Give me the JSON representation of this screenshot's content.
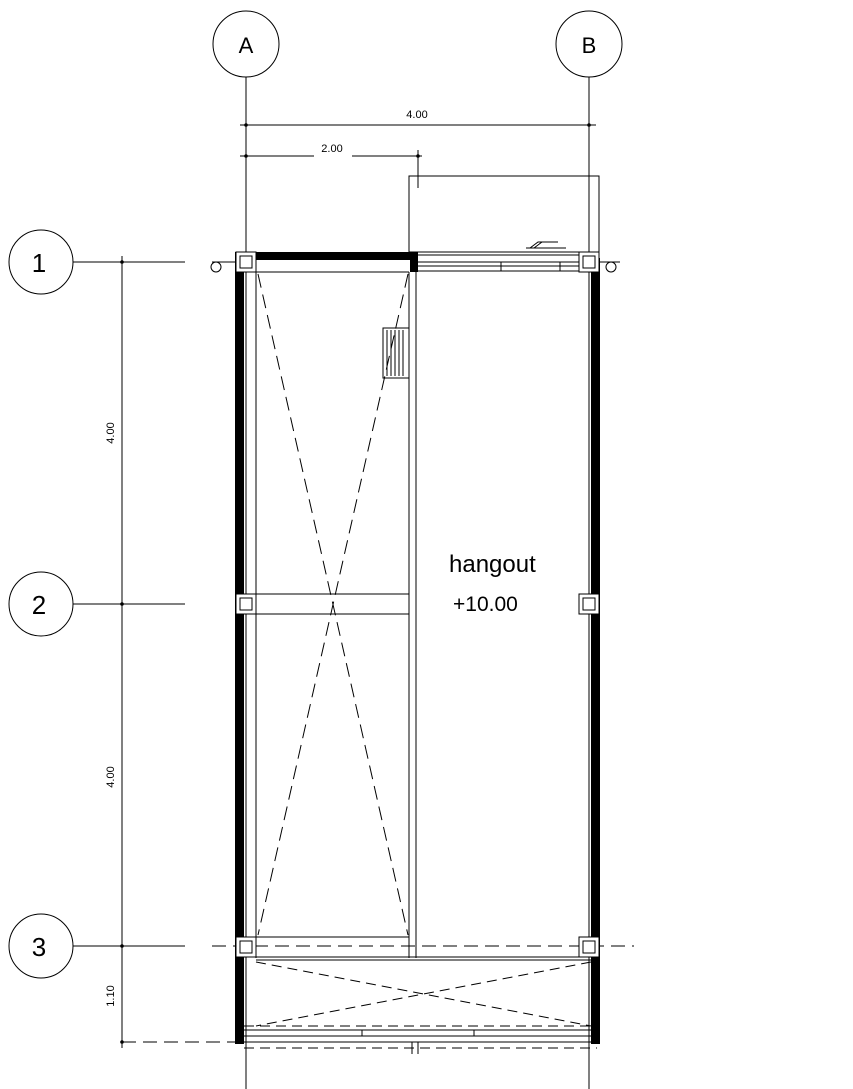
{
  "grid": {
    "columns": [
      "A",
      "B"
    ],
    "rows": [
      "1",
      "2",
      "3"
    ]
  },
  "dimensions": {
    "top_overall": "4.00",
    "top_partial": "2.00",
    "side_1_2": "4.00",
    "side_2_3": "4.00",
    "side_3_end": "1.10"
  },
  "room": {
    "name": "hangout",
    "level": "+10.00"
  }
}
